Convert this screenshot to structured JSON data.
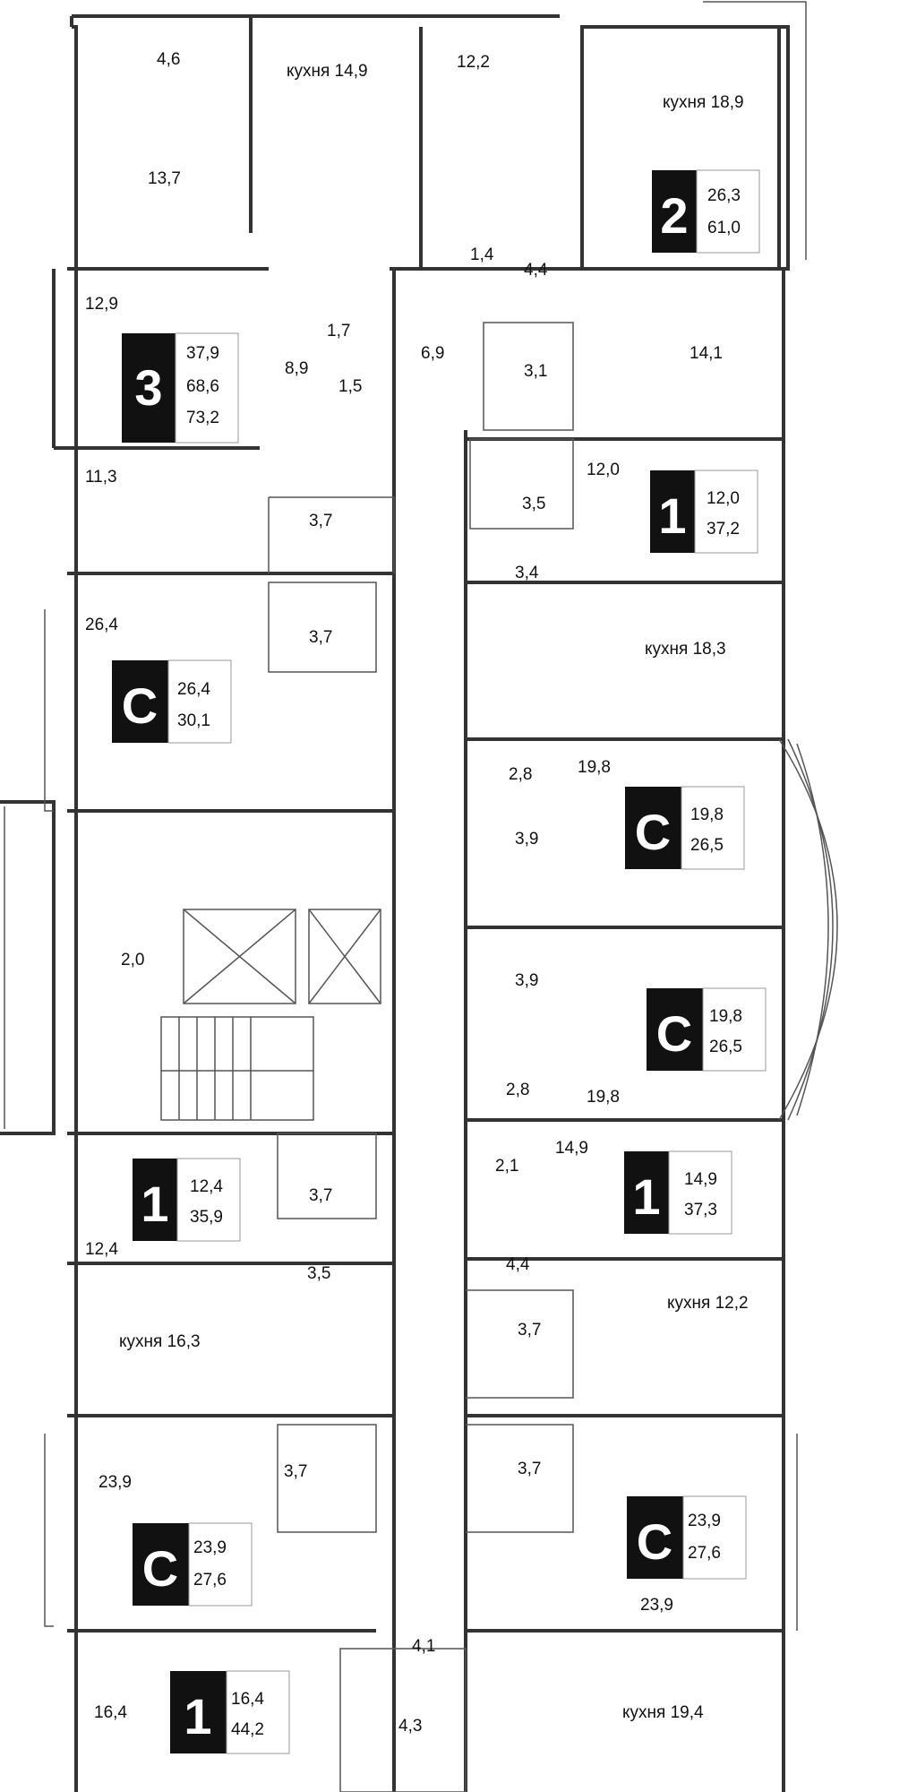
{
  "room_labels": {
    "r01": "4,6",
    "r02": "кухня 14,9",
    "r03": "12,2",
    "r04": "кухня 18,9",
    "r05": "13,7",
    "r06": "1,4",
    "r07": "4,4",
    "r08": "12,9",
    "r09": "1,7",
    "r10": "6,9",
    "r11": "3,1",
    "r12": "14,1",
    "r13": "8,9",
    "r14": "1,5",
    "r15": "11,3",
    "r16": "3,5",
    "r17": "12,0",
    "r18": "3,7",
    "r19": "3,4",
    "r20": "26,4",
    "r21": "3,7",
    "r22": "кухня 18,3",
    "r23": "2,8",
    "r24": "19,8",
    "r25": "3,9",
    "r26": "2,0",
    "r27": "3,9",
    "r28": "2,8",
    "r29": "19,8",
    "r30": "2,1",
    "r31": "14,9",
    "r32": "3,7",
    "r33": "12,4",
    "r34": "4,4",
    "r35": "3,5",
    "r36": "кухня 12,2",
    "r37": "кухня 16,3",
    "r38": "3,7",
    "r39": "23,9",
    "r40": "3,7",
    "r41": "3,7",
    "r42": "23,9",
    "r43": "4,1",
    "r44": "16,4",
    "r45": "4,3",
    "r46": "кухня 19,4"
  },
  "badges": [
    {
      "letter": "2",
      "areas": [
        "26,3",
        "61,0"
      ]
    },
    {
      "letter": "3",
      "areas": [
        "37,9",
        "68,6",
        "73,2"
      ]
    },
    {
      "letter": "1",
      "areas": [
        "12,0",
        "37,2"
      ]
    },
    {
      "letter": "С",
      "areas": [
        "26,4",
        "30,1"
      ]
    },
    {
      "letter": "С",
      "areas": [
        "19,8",
        "26,5"
      ]
    },
    {
      "letter": "С",
      "areas": [
        "19,8",
        "26,5"
      ]
    },
    {
      "letter": "1",
      "areas": [
        "12,4",
        "35,9"
      ]
    },
    {
      "letter": "1",
      "areas": [
        "14,9",
        "37,3"
      ]
    },
    {
      "letter": "С",
      "areas": [
        "23,9",
        "27,6"
      ]
    },
    {
      "letter": "С",
      "areas": [
        "23,9",
        "27,6"
      ]
    },
    {
      "letter": "1",
      "areas": [
        "16,4",
        "44,2"
      ]
    }
  ]
}
